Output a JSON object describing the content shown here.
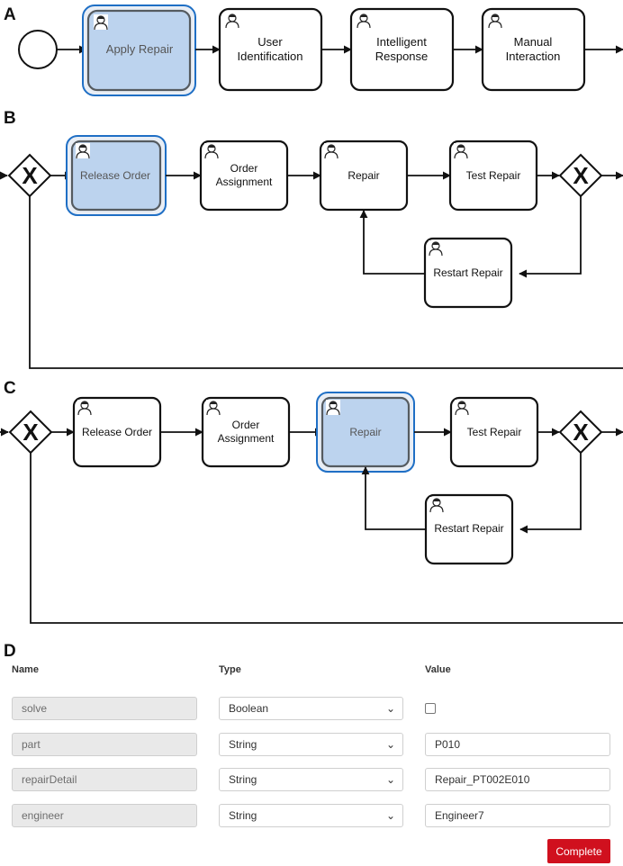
{
  "panels": {
    "a": {
      "letter": "A",
      "tasks": [
        "Apply Repair",
        [
          "User",
          "Identification"
        ],
        [
          "Intelligent",
          "Response"
        ],
        [
          "Manual",
          "Interaction"
        ]
      ]
    },
    "b": {
      "letter": "B",
      "tasks": [
        "Release Order",
        [
          "Order",
          "Assignment"
        ],
        "Repair",
        "Test Repair",
        "Restart Repair"
      ],
      "active": "Release Order"
    },
    "c": {
      "letter": "C",
      "tasks": [
        "Release Order",
        [
          "Order",
          "Assignment"
        ],
        "Repair",
        "Test Repair",
        "Restart Repair"
      ],
      "active": "Repair"
    },
    "d": {
      "letter": "D",
      "headers": {
        "name": "Name",
        "type": "Type",
        "value": "Value"
      },
      "rows": [
        {
          "name": "solve",
          "type": "Boolean",
          "value": "",
          "checkbox": true
        },
        {
          "name": "part",
          "type": "String",
          "value": "P010"
        },
        {
          "name": "repairDetail",
          "type": "String",
          "value": "Repair_PT002E010"
        },
        {
          "name": "engineer",
          "type": "String",
          "value": "Engineer7"
        }
      ],
      "complete_label": "Complete",
      "complete_color": "#d0101e"
    }
  },
  "gateway_symbol": "X",
  "icons": {
    "task_icon": "user-icon",
    "dropdown_icon": "chevron-down-icon"
  },
  "colors": {
    "active_fill": "#bcd3ee",
    "active_halo": "#1f6fc5"
  }
}
